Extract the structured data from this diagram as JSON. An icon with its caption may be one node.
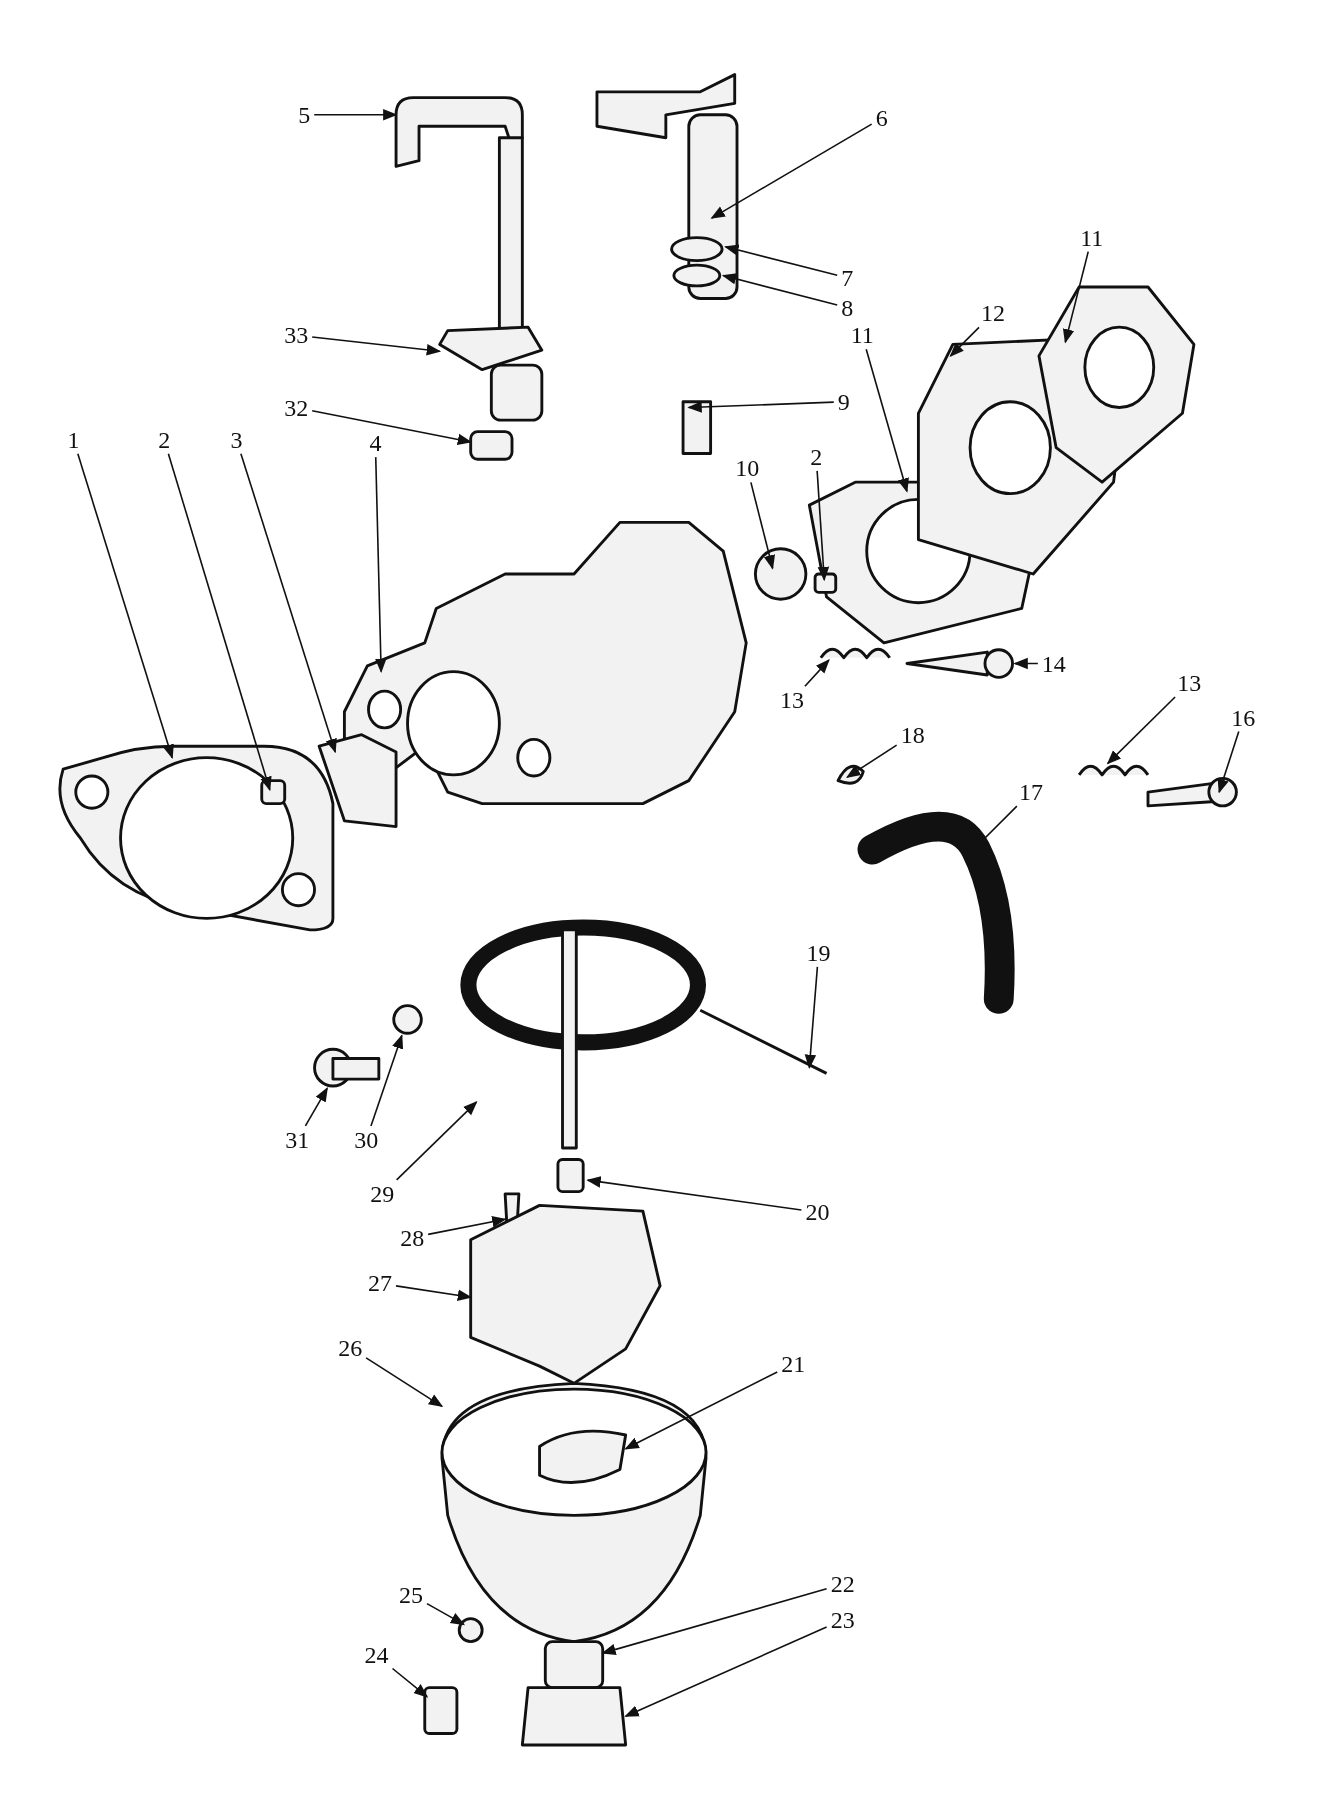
{
  "diagram": {
    "nodes": [
      {
        "text": [
          "5"
        ]
      },
      {
        "text": [
          "6"
        ]
      },
      {
        "text": [
          "11"
        ]
      },
      {
        "text": [
          "12"
        ]
      },
      {
        "text": [
          "33"
        ]
      },
      {
        "text": [
          "7"
        ]
      },
      {
        "text": [
          "8"
        ]
      },
      {
        "text": [
          "11"
        ]
      },
      {
        "text": [
          "9"
        ]
      },
      {
        "text": [
          "32"
        ]
      },
      {
        "text": [
          "4"
        ]
      },
      {
        "text": [
          "3"
        ]
      },
      {
        "text": [
          "2"
        ]
      },
      {
        "text": [
          "1"
        ]
      },
      {
        "text": [
          "2"
        ]
      },
      {
        "text": [
          "10"
        ]
      },
      {
        "text": [
          "13"
        ]
      },
      {
        "text": [
          "14"
        ]
      },
      {
        "text": [
          "13"
        ]
      },
      {
        "text": [
          "16"
        ]
      },
      {
        "text": [
          "18"
        ]
      },
      {
        "text": [
          "17"
        ]
      },
      {
        "text": [
          "19"
        ]
      },
      {
        "text": [
          "31"
        ]
      },
      {
        "text": [
          "30"
        ]
      },
      {
        "text": [
          "29"
        ]
      },
      {
        "text": [
          "20"
        ]
      },
      {
        "text": [
          "28"
        ]
      },
      {
        "text": [
          "27"
        ]
      },
      {
        "text": [
          "26"
        ]
      },
      {
        "text": [
          "21"
        ]
      },
      {
        "text": [
          "22"
        ]
      },
      {
        "text": [
          "25"
        ]
      },
      {
        "text": [
          "23"
        ]
      },
      {
        "text": [
          "24"
        ]
      }
    ],
    "edges": [
      {
        "from": 0,
        "to": null,
        "arrow": "to"
      },
      {
        "from": 1,
        "to": null,
        "arrow": "to"
      },
      {
        "from": 2,
        "to": null,
        "arrow": "to"
      },
      {
        "from": 3,
        "to": null,
        "arrow": "to"
      },
      {
        "from": 4,
        "to": null,
        "arrow": "to"
      },
      {
        "from": 5,
        "to": null,
        "arrow": "to"
      },
      {
        "from": 6,
        "to": null,
        "arrow": "to"
      },
      {
        "from": 7,
        "to": null,
        "arrow": "to"
      },
      {
        "from": 8,
        "to": null,
        "arrow": "to"
      },
      {
        "from": 9,
        "to": null,
        "arrow": "to"
      },
      {
        "from": 10,
        "to": null,
        "arrow": "to"
      },
      {
        "from": 11,
        "to": null,
        "arrow": "to"
      },
      {
        "from": 12,
        "to": null,
        "arrow": "to"
      },
      {
        "from": 13,
        "to": null,
        "arrow": "to"
      },
      {
        "from": 14,
        "to": null,
        "arrow": "to"
      },
      {
        "from": 15,
        "to": null,
        "arrow": "to"
      },
      {
        "from": 16,
        "to": null,
        "arrow": "to"
      },
      {
        "from": 17,
        "to": null,
        "arrow": "to"
      },
      {
        "from": 18,
        "to": null,
        "arrow": "to"
      },
      {
        "from": 19,
        "to": null,
        "arrow": "to"
      },
      {
        "from": 20,
        "to": null,
        "arrow": "to"
      },
      {
        "from": 21,
        "to": null,
        "arrow": "to"
      },
      {
        "from": 22,
        "to": null,
        "arrow": "to"
      },
      {
        "from": 23,
        "to": null,
        "arrow": "to"
      },
      {
        "from": 24,
        "to": null,
        "arrow": "to"
      },
      {
        "from": 25,
        "to": null,
        "arrow": "to"
      },
      {
        "from": 26,
        "to": null,
        "arrow": "to"
      },
      {
        "from": 27,
        "to": null,
        "arrow": "to"
      },
      {
        "from": 28,
        "to": null,
        "arrow": "to"
      },
      {
        "from": 29,
        "to": null,
        "arrow": "to"
      },
      {
        "from": 30,
        "to": null,
        "arrow": "to"
      },
      {
        "from": 31,
        "to": null,
        "arrow": "to"
      },
      {
        "from": 32,
        "to": null,
        "arrow": "to"
      },
      {
        "from": 33,
        "to": null,
        "arrow": "to"
      },
      {
        "from": 34,
        "to": null,
        "arrow": "to"
      }
    ]
  }
}
